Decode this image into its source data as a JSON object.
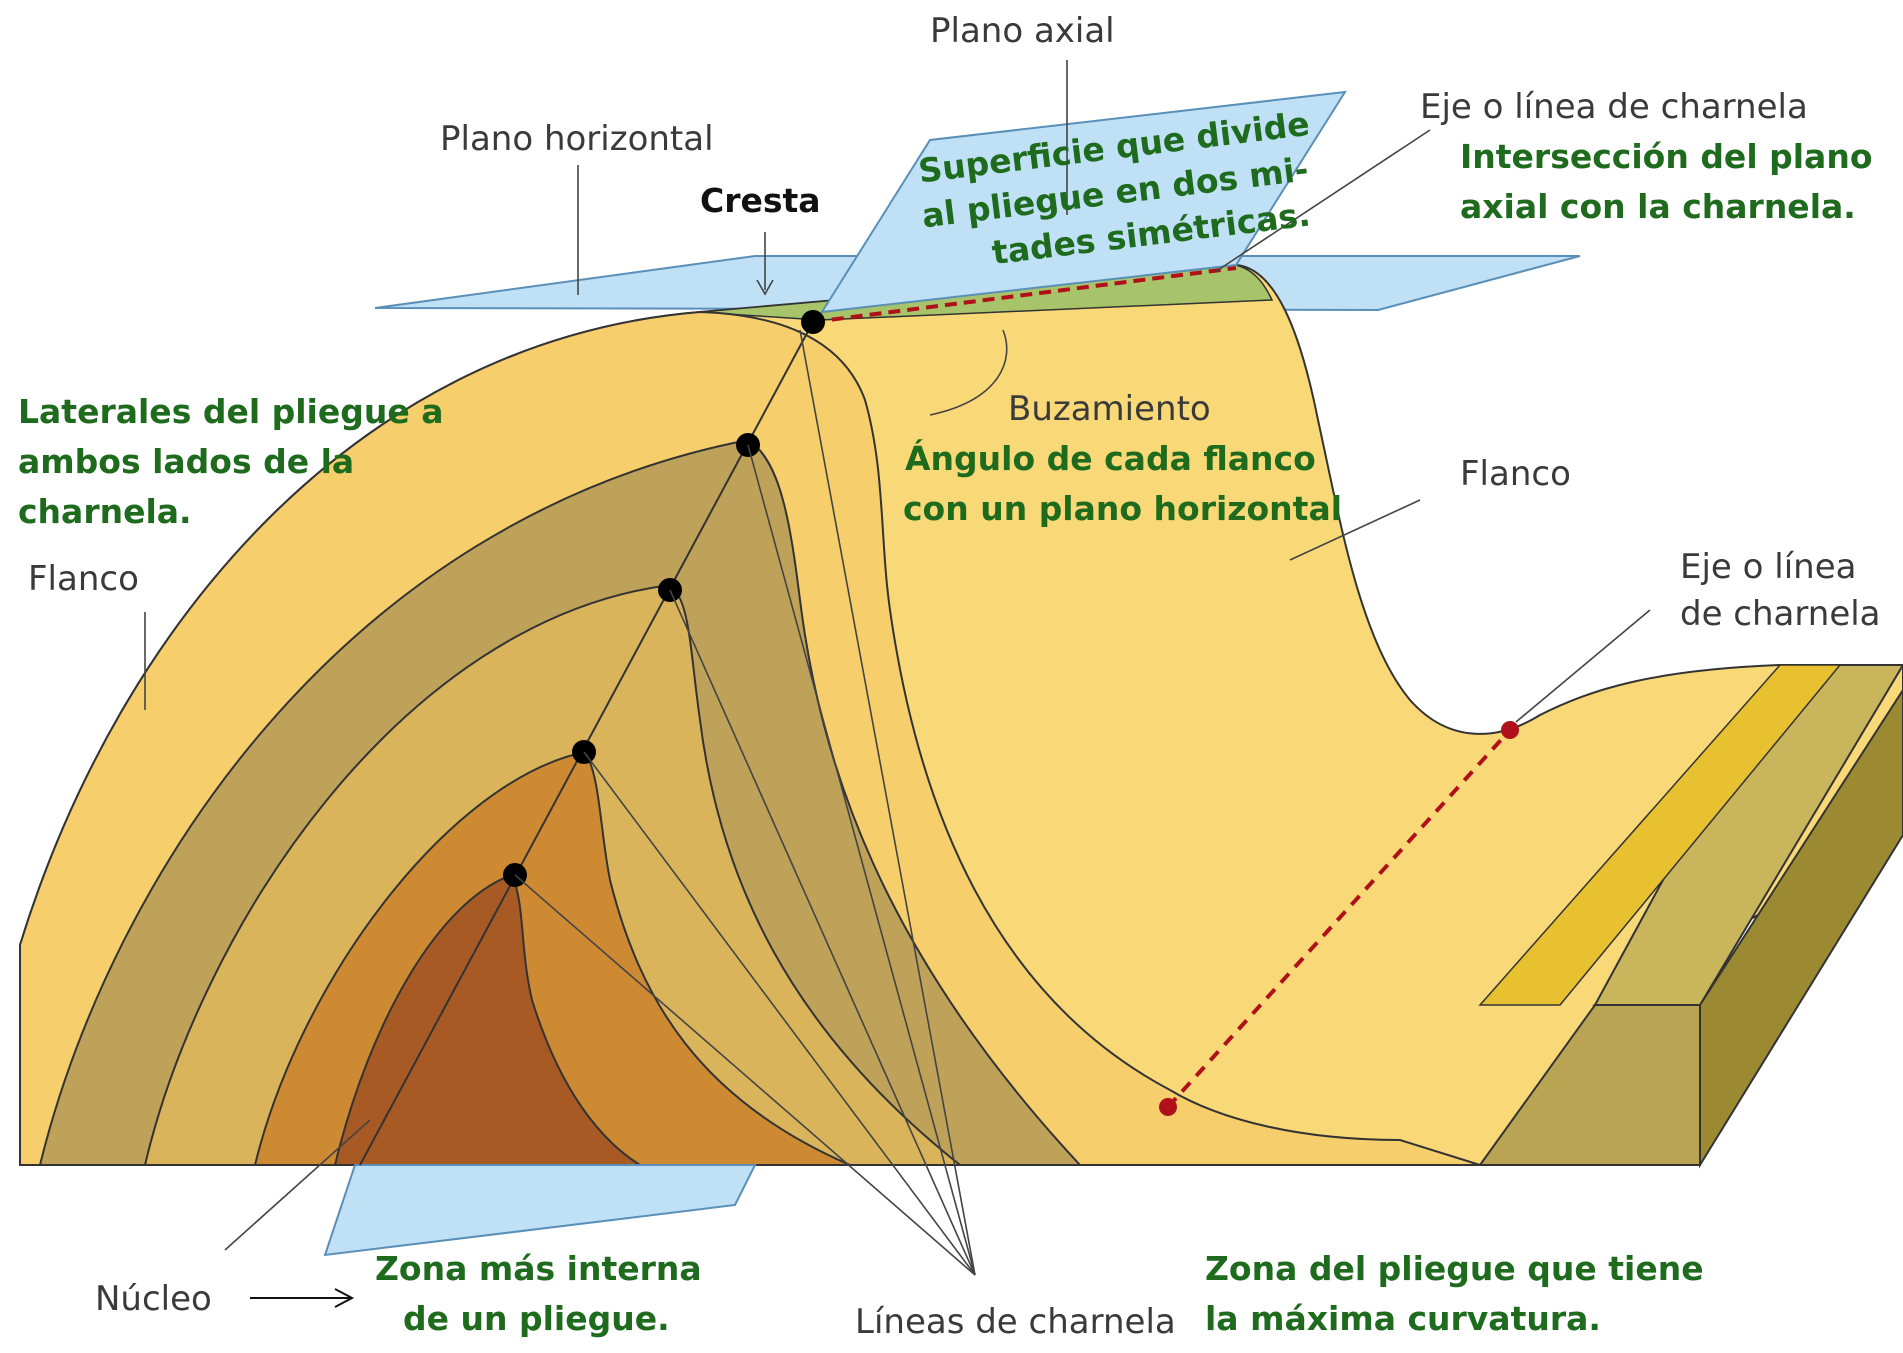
{
  "labels": {
    "plano_axial": "Plano axial",
    "plano_horizontal": "Plano horizontal",
    "eje_top": "Eje o línea de charnela",
    "cresta": "Cresta",
    "buzamiento": "Buzamiento",
    "flanco_left": "Flanco",
    "flanco_right": "Flanco",
    "eje_right_1": "Eje o línea",
    "eje_right_2": "de charnela",
    "nucleo": "Núcleo",
    "lineas_charnela": "Líneas de charnela"
  },
  "notes": {
    "superficie_1": "Superficie que divide",
    "superficie_2": "al pliegue en dos mi-",
    "superficie_3": "tades simétricas.",
    "interseccion_1": "Intersección del plano",
    "interseccion_2": "axial con la charnela.",
    "laterales_1": "Laterales del pliegue a",
    "laterales_2": "ambos lados de la",
    "laterales_3": "charnela.",
    "angulo_1": "Ángulo de cada flanco",
    "angulo_2": "con un plano horizontal",
    "zona_interna_1": "Zona más interna",
    "zona_interna_2": "de un pliegue.",
    "zona_curvatura_1": "Zona del pliegue que tiene",
    "zona_curvatura_2": "la máxima curvatura."
  },
  "colors": {
    "plane_fill": "#bfe0f5",
    "plane_stroke": "#5a90b8",
    "layer_outer": "#f6cf6c",
    "layer_2": "#bfa259",
    "layer_3": "#d9b45a",
    "layer_4": "#cd8a32",
    "layer_core": "#a85a25",
    "top_surface": "#f8d877",
    "crest_green": "#a7c46a",
    "block_side": "#b9a454",
    "block_end": "#9c8a33",
    "stripe": "#e7c130",
    "note_green": "#1e6b1e",
    "hinge_dot": "#000000",
    "hinge_red": "#b0101a"
  }
}
